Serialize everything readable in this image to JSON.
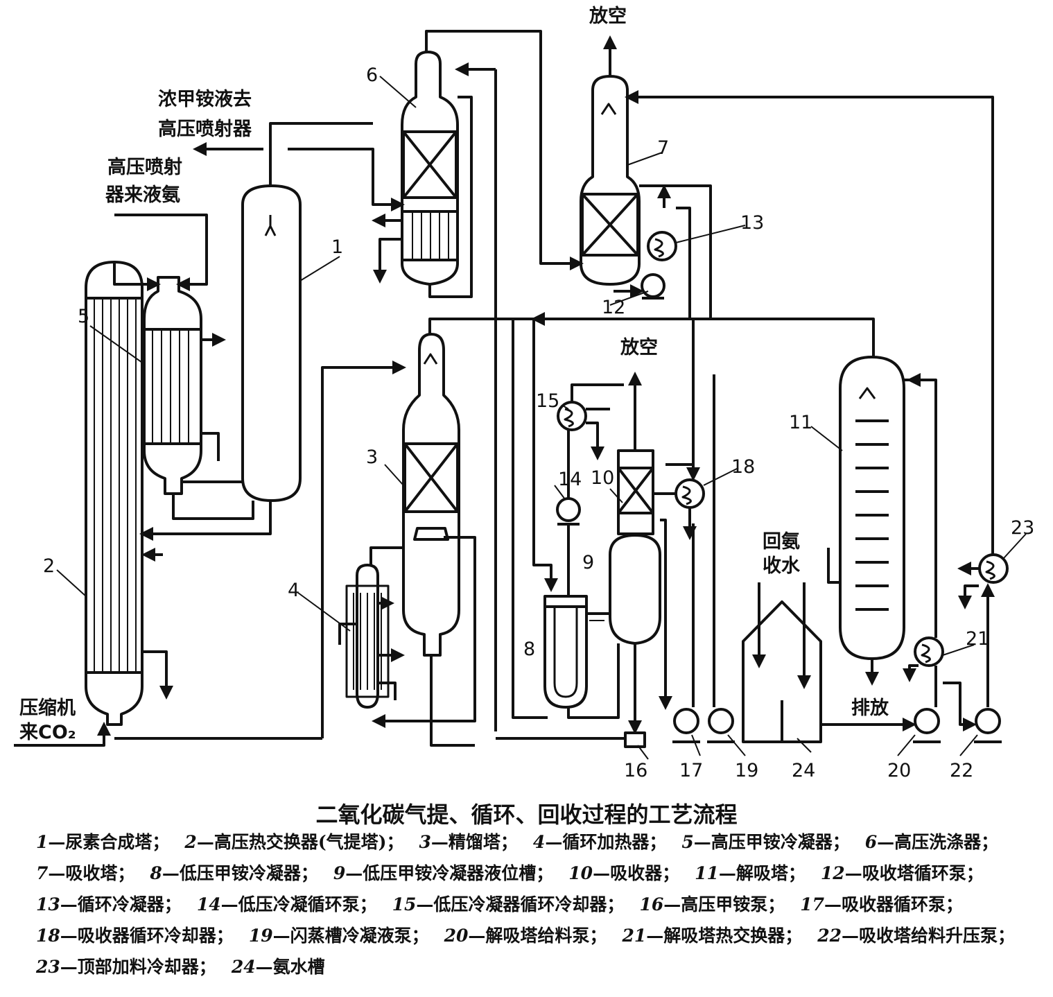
{
  "diagram": {
    "top_labels": {
      "vent_top": "放空",
      "vent_mid": "放空",
      "carbamate_out_1": "浓甲铵液去",
      "carbamate_out_2": "高压喷射器",
      "ammonia_in_1": "高压喷射",
      "ammonia_in_2": "器来液氨",
      "co2_in_1": "压缩机",
      "co2_in_2": "来CO₂",
      "recovery_water_1": "回氨",
      "recovery_water_2": "收水",
      "discharge": "排放"
    },
    "equipment_numbers": [
      "1",
      "2",
      "3",
      "4",
      "5",
      "6",
      "7",
      "8",
      "9",
      "10",
      "11",
      "12",
      "13",
      "14",
      "15",
      "16",
      "17",
      "18",
      "19",
      "20",
      "21",
      "22",
      "23",
      "24"
    ]
  },
  "caption": "二氧化碳气提、循环、回收过程的工艺流程",
  "legend": [
    {
      "num": "1",
      "text": "—尿素合成塔；"
    },
    {
      "num": "2",
      "text": "—高压热交换器(气提塔)；"
    },
    {
      "num": "3",
      "text": "—精馏塔；"
    },
    {
      "num": "4",
      "text": "—循环加热器；"
    },
    {
      "num": "5",
      "text": "—高压甲铵冷凝器；"
    },
    {
      "num": "6",
      "text": "—高压洗涤器；"
    },
    {
      "num": "7",
      "text": "—吸收塔；"
    },
    {
      "num": "8",
      "text": "—低压甲铵冷凝器；"
    },
    {
      "num": "9",
      "text": "—低压甲铵冷凝器液位槽；"
    },
    {
      "num": "10",
      "text": "—吸收器；"
    },
    {
      "num": "11",
      "text": "—解吸塔；"
    },
    {
      "num": "12",
      "text": "—吸收塔循环泵；"
    },
    {
      "num": "13",
      "text": "—循环冷凝器；"
    },
    {
      "num": "14",
      "text": "—低压冷凝循环泵；"
    },
    {
      "num": "15",
      "text": "—低压冷凝器循环冷却器；"
    },
    {
      "num": "16",
      "text": "—高压甲铵泵；"
    },
    {
      "num": "17",
      "text": "—吸收器循环泵；"
    },
    {
      "num": "18",
      "text": "—吸收器循环冷却器；"
    },
    {
      "num": "19",
      "text": "—闪蒸槽冷凝液泵；"
    },
    {
      "num": "20",
      "text": "—解吸塔给料泵；"
    },
    {
      "num": "21",
      "text": "—解吸塔热交换器；"
    },
    {
      "num": "22",
      "text": "—吸收塔给料升压泵；"
    },
    {
      "num": "23",
      "text": "—顶部加料冷却器；"
    },
    {
      "num": "24",
      "text": "—氨水槽"
    }
  ]
}
